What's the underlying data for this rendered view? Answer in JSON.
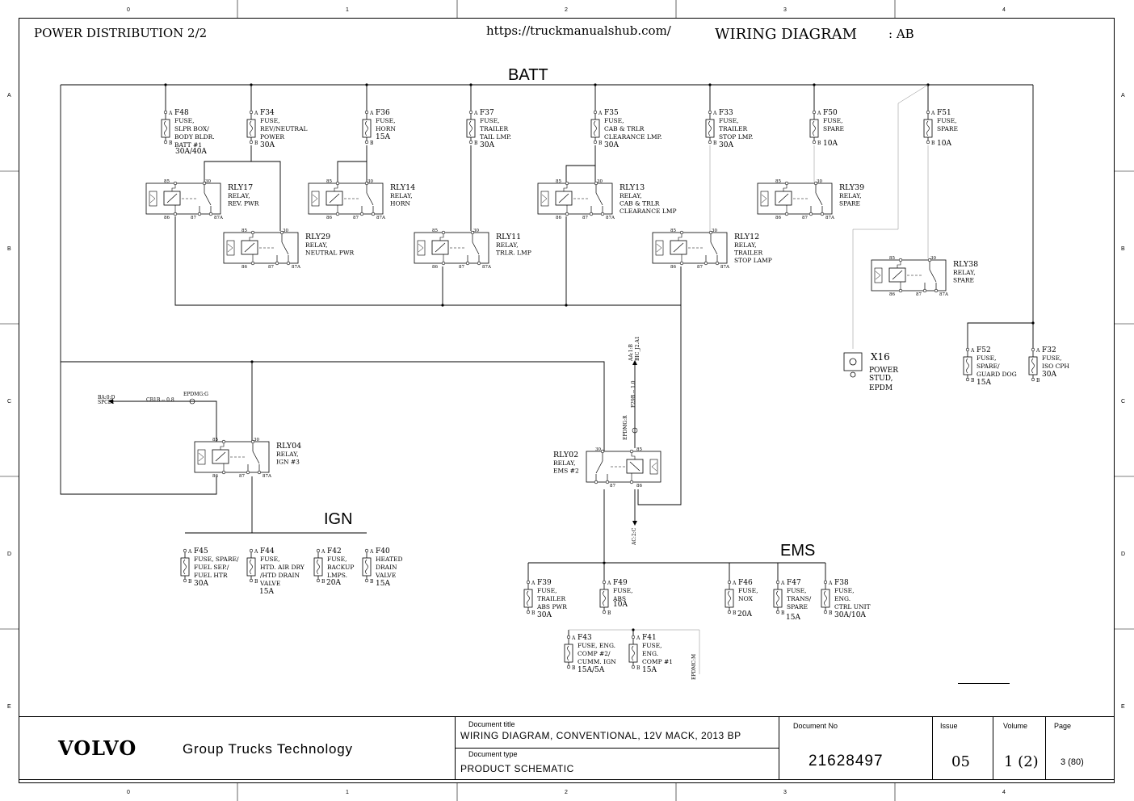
{
  "header": {
    "title": "POWER DISTRIBUTION 2/2",
    "url": "https://truckmanualshub.com/",
    "diagram_label": "WIRING DIAGRAM",
    "diagram_code": ":  AB"
  },
  "grid": {
    "columns": [
      "0",
      "1",
      "2",
      "3",
      "4"
    ],
    "rows": [
      "A",
      "B",
      "C",
      "D",
      "E"
    ]
  },
  "buses": {
    "batt": "BATT",
    "ign": "IGN",
    "ems": "EMS"
  },
  "fuses": [
    {
      "id": "F48",
      "lines": [
        "FUSE,",
        "SLPR BOX/",
        "BODY BLDR.",
        "BATT #1"
      ],
      "rating": "30A/40A"
    },
    {
      "id": "F34",
      "lines": [
        "FUSE,",
        "REV/NEUTRAL",
        "POWER"
      ],
      "rating": "30A"
    },
    {
      "id": "F36",
      "lines": [
        "FUSE,",
        "HORN"
      ],
      "rating": "15A"
    },
    {
      "id": "F37",
      "lines": [
        "FUSE,",
        "TRAILER",
        "TAIL LMP."
      ],
      "rating": "30A"
    },
    {
      "id": "F35",
      "lines": [
        "FUSE,",
        "CAB & TRLR",
        "CLEARANCE LMP."
      ],
      "rating": "30A"
    },
    {
      "id": "F33",
      "lines": [
        "FUSE,",
        "TRAILER",
        "STOP LMP."
      ],
      "rating": "30A"
    },
    {
      "id": "F50",
      "lines": [
        "FUSE,",
        "SPARE"
      ],
      "rating": "10A"
    },
    {
      "id": "F51",
      "lines": [
        "FUSE,",
        "SPARE"
      ],
      "rating": "10A"
    },
    {
      "id": "F52",
      "lines": [
        "FUSE,",
        "SPARE/",
        "GUARD DOG"
      ],
      "rating": "15A"
    },
    {
      "id": "F32",
      "lines": [
        "FUSE,",
        "ISO CPH"
      ],
      "rating": "30A"
    },
    {
      "id": "F45",
      "lines": [
        "FUSE, SPARE/",
        "FUEL SEP./",
        "FUEL HTR"
      ],
      "rating": "30A"
    },
    {
      "id": "F44",
      "lines": [
        "FUSE,",
        "HTD. AIR DRY",
        "/HTD DRAIN",
        "VALVE"
      ],
      "rating": "15A"
    },
    {
      "id": "F42",
      "lines": [
        "FUSE,",
        "BACKUP",
        "LMPS."
      ],
      "rating": "20A"
    },
    {
      "id": "F40",
      "lines": [
        "HEATED",
        "DRAIN",
        "VALVE"
      ],
      "rating": "15A"
    },
    {
      "id": "F39",
      "lines": [
        "FUSE,",
        "TRAILER",
        "ABS PWR"
      ],
      "rating": "30A"
    },
    {
      "id": "F49",
      "lines": [
        "FUSE,",
        "ABS"
      ],
      "rating": "10A"
    },
    {
      "id": "F46",
      "lines": [
        "FUSE,",
        "NOX"
      ],
      "rating": "20A"
    },
    {
      "id": "F47",
      "lines": [
        "FUSE,",
        "TRANS/",
        "SPARE"
      ],
      "rating": "15A"
    },
    {
      "id": "F38",
      "lines": [
        "FUSE,",
        "ENG.",
        "CTRL UNIT"
      ],
      "rating": "30A/10A"
    },
    {
      "id": "F43",
      "lines": [
        "FUSE, ENG.",
        "COMP #2/",
        "CUMM. IGN"
      ],
      "rating": "15A/5A"
    },
    {
      "id": "F41",
      "lines": [
        "FUSE,",
        "ENG.",
        "COMP #1"
      ],
      "rating": "15A"
    }
  ],
  "relays": [
    {
      "id": "RLY17",
      "lines": [
        "RELAY,",
        "REV. PWR"
      ]
    },
    {
      "id": "RLY14",
      "lines": [
        "RELAY,",
        "HORN"
      ]
    },
    {
      "id": "RLY13",
      "lines": [
        "RELAY,",
        "CAB & TRLR",
        "CLEARANCE LMP"
      ]
    },
    {
      "id": "RLY39",
      "lines": [
        "RELAY,",
        "SPARE"
      ]
    },
    {
      "id": "RLY29",
      "lines": [
        "RELAY,",
        "NEUTRAL PWR"
      ]
    },
    {
      "id": "RLY11",
      "lines": [
        "RELAY,",
        "TRLR. LMP"
      ]
    },
    {
      "id": "RLY12",
      "lines": [
        "RELAY,",
        "TRAILER",
        "STOP LAMP"
      ]
    },
    {
      "id": "RLY38",
      "lines": [
        "RELAY,",
        "SPARE"
      ]
    },
    {
      "id": "RLY04",
      "lines": [
        "RELAY,",
        "IGN #3"
      ]
    },
    {
      "id": "RLY02",
      "lines": [
        "RELAY,",
        "EMS #2"
      ]
    }
  ],
  "pins": {
    "p85": "85",
    "p86": "86",
    "p30": "30",
    "p87": "87",
    "p87a": "87A",
    "a": "A",
    "b": "B"
  },
  "power_stud": {
    "id": "X16",
    "lines": [
      "POWER",
      "STUD,",
      "EPDM"
    ]
  },
  "connectors": {
    "ba0d": "BA:0:D",
    "spcb1": "SPCB1",
    "cb1b": "CB1B -- 0.8",
    "epdmg_g": "EPDMG:G",
    "aa1b": "AA:1:B",
    "bic_j2": "BIC_J2.A1",
    "f29b": "F29B -- 1.0",
    "epdmg_r": "EPDMG:R",
    "ac2c": "AC:2:C",
    "epdmc_m": "EPDMC:M"
  },
  "title_block": {
    "brand": "VOLVO",
    "division": "Group Trucks Technology",
    "doc_title_label": "Document title",
    "doc_title": "WIRING DIAGRAM, CONVENTIONAL, 12V MACK, 2013 BP",
    "doc_type_label": "Document type",
    "doc_type": "PRODUCT SCHEMATIC",
    "doc_no_label": "Document No",
    "doc_no": "21628497",
    "issue_label": "Issue",
    "issue": "05",
    "volume_label": "Volume",
    "volume": "1 (2)",
    "page_label": "Page",
    "page": "3 (80)"
  }
}
